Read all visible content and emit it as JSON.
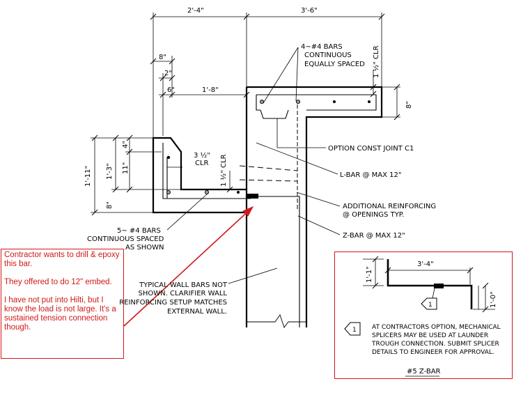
{
  "dimensions": {
    "overall_left": "2'-4\"",
    "overall_right": "3'-6\"",
    "d8": "8\"",
    "d2": "2\"",
    "d6": "6\"",
    "d1_8": "1'-8\"",
    "d1_11": "1'-11\"",
    "d1_3": "1'-3\"",
    "d4": "4\"",
    "d11": "11\"",
    "d8b": "8\"",
    "d8_top": "8\"",
    "clr_3_5": "3 ½\"",
    "clr_label": "CLR",
    "clr_1_5_top": "1 ½\" CLR",
    "clr_1_5_mid": "1 ½\" CLR"
  },
  "labels": {
    "bars_4": [
      "4~#4 BARS",
      "CONTINUOUS",
      "EQUALLY SPACED"
    ],
    "const_joint": "OPTION CONST JOINT C1",
    "l_bar": "L-BAR @ MAX 12\"",
    "additional": [
      "ADDITIONAL REINFORCING",
      "@ OPENINGS TYP."
    ],
    "z_bar": "Z-BAR @ MAX 12\"",
    "bars_5": [
      "5~ #4 BARS",
      "CONTINUOUS SPACED",
      "AS SHOWN"
    ],
    "wall_note": [
      "TYPICAL WALL BARS NOT",
      "SHOWN. CLARIFIER WALL",
      "REINFORCING SETUP MATCHES",
      "EXTERNAL WALL."
    ]
  },
  "comment": {
    "color": "#d01818",
    "paragraphs": [
      "Contractor wants to drill & epoxy this bar.",
      "They offered to do 12\" embed.",
      "I have not put into Hilti, but I know the load is not large. It's a sustained tension connection though."
    ]
  },
  "detail": {
    "dim_top": "3'-4\"",
    "dim_left": "1'-1\"",
    "dim_right": "1'-0\"",
    "callout": "1",
    "note_num": "1",
    "note_lines": [
      "AT CONTRACTORS OPTION, MECHANICAL",
      "SPLICERS MAY BE USED AT LAUNDER",
      "TROUGH CONNECTION.  SUBMIT SPLICER",
      "DETAILS TO ENGINEER FOR APPROVAL."
    ],
    "title": "#5 Z-BAR"
  }
}
